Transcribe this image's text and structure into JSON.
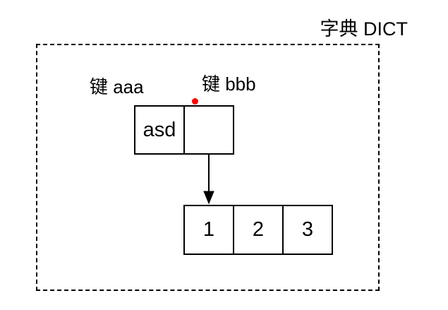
{
  "diagram": {
    "title": "字典 DICT",
    "labels": {
      "key_aaa": "键 aaa",
      "key_bbb": "键 bbb"
    },
    "entry_box": {
      "key_cell": "asd",
      "value_cell": ""
    },
    "value_list": {
      "cells": [
        "1",
        "2",
        "3"
      ]
    },
    "icons": {
      "marker": "red-dot-connection-marker",
      "connector": "down-arrow"
    },
    "colors": {
      "background": "#ffffff",
      "stroke": "#000000",
      "text": "#000000",
      "marker_dot": "#ff0000"
    }
  }
}
